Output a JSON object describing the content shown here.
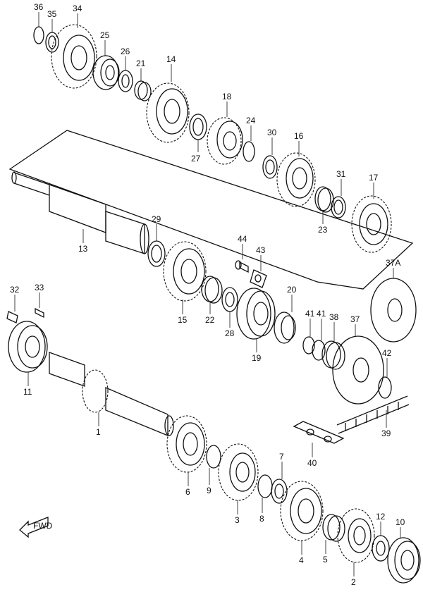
{
  "callouts": [
    {
      "id": "36",
      "text": "36"
    },
    {
      "id": "35",
      "text": "35"
    },
    {
      "id": "34",
      "text": "34"
    },
    {
      "id": "25",
      "text": "25"
    },
    {
      "id": "26",
      "text": "26"
    },
    {
      "id": "21",
      "text": "21"
    },
    {
      "id": "14",
      "text": "14"
    },
    {
      "id": "18",
      "text": "18"
    },
    {
      "id": "24",
      "text": "24"
    },
    {
      "id": "27",
      "text": "27"
    },
    {
      "id": "30",
      "text": "30"
    },
    {
      "id": "16",
      "text": "16"
    },
    {
      "id": "31",
      "text": "31"
    },
    {
      "id": "17",
      "text": "17"
    },
    {
      "id": "23",
      "text": "23"
    },
    {
      "id": "13",
      "text": "13"
    },
    {
      "id": "29",
      "text": "29"
    },
    {
      "id": "44",
      "text": "44"
    },
    {
      "id": "43",
      "text": "43"
    },
    {
      "id": "37A",
      "text": "37A"
    },
    {
      "id": "32",
      "text": "32"
    },
    {
      "id": "33",
      "text": "33"
    },
    {
      "id": "20",
      "text": "20"
    },
    {
      "id": "15",
      "text": "15"
    },
    {
      "id": "22",
      "text": "22"
    },
    {
      "id": "28",
      "text": "28"
    },
    {
      "id": "41a",
      "text": "41"
    },
    {
      "id": "41b",
      "text": "41"
    },
    {
      "id": "38",
      "text": "38"
    },
    {
      "id": "37",
      "text": "37"
    },
    {
      "id": "19",
      "text": "19"
    },
    {
      "id": "42",
      "text": "42"
    },
    {
      "id": "11",
      "text": "11"
    },
    {
      "id": "1",
      "text": "1"
    },
    {
      "id": "39",
      "text": "39"
    },
    {
      "id": "40",
      "text": "40"
    },
    {
      "id": "6",
      "text": "6"
    },
    {
      "id": "9",
      "text": "9"
    },
    {
      "id": "7",
      "text": "7"
    },
    {
      "id": "3",
      "text": "3"
    },
    {
      "id": "8",
      "text": "8"
    },
    {
      "id": "12",
      "text": "12"
    },
    {
      "id": "10",
      "text": "10"
    },
    {
      "id": "5",
      "text": "5"
    },
    {
      "id": "4",
      "text": "4"
    },
    {
      "id": "2",
      "text": "2"
    }
  ],
  "fwd_label": "FWD",
  "icons": {
    "direction": "fwd-arrow-icon"
  }
}
